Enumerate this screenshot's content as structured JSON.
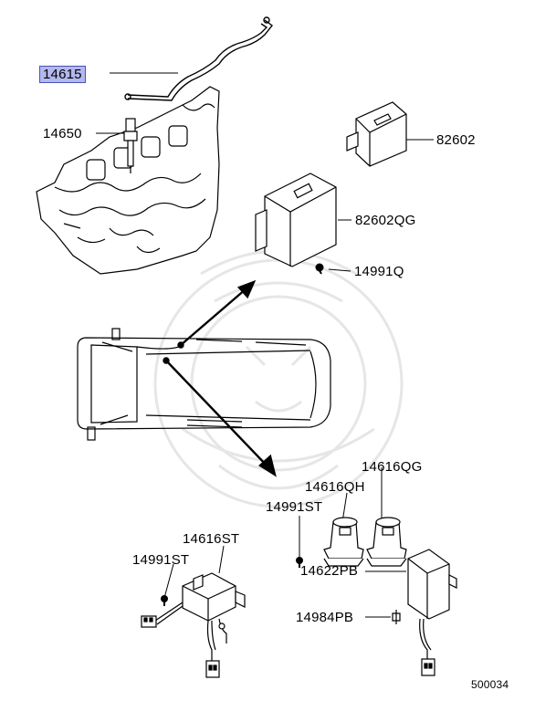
{
  "parts": [
    {
      "id": "p1",
      "label": "14615",
      "highlighted": true
    },
    {
      "id": "p2",
      "label": "14650"
    },
    {
      "id": "p3",
      "label": "82602"
    },
    {
      "id": "p4",
      "label": "82602QG"
    },
    {
      "id": "p5",
      "label": "14991Q"
    },
    {
      "id": "p6",
      "label": "14616QG"
    },
    {
      "id": "p7",
      "label": "14616QH"
    },
    {
      "id": "p8",
      "label": "14991ST"
    },
    {
      "id": "p9",
      "label": "14616ST"
    },
    {
      "id": "p10",
      "label": "14991ST"
    },
    {
      "id": "p11",
      "label": "14622PB"
    },
    {
      "id": "p12",
      "label": "14984PB"
    }
  ],
  "diagram_code": "500034",
  "colors": {
    "highlight_bg": "#b3b8ee",
    "highlight_border": "#4a52b5",
    "line": "#000000",
    "watermark": "#e4e4e4"
  }
}
